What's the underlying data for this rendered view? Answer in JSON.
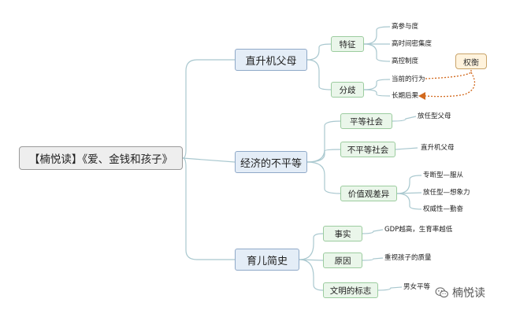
{
  "root": {
    "label": "【楠悦读】《爱、金钱和孩子》"
  },
  "branches": [
    {
      "label": "直升机父母",
      "children": [
        {
          "label": "特征",
          "leaves": [
            "高参与度",
            "高时间密集度",
            "高控制度"
          ]
        },
        {
          "label": "分歧",
          "leaves": [
            "当前的行为",
            "长期后果"
          ]
        }
      ]
    },
    {
      "label": "经济的不平等",
      "children": [
        {
          "label": "平等社会",
          "leaves": [
            "放任型父母"
          ]
        },
        {
          "label": "不平等社会",
          "leaves": [
            "直升机父母"
          ]
        },
        {
          "label": "价值观差异",
          "leaves": [
            "专断型—服从",
            "放任型—想象力",
            "权威性—勤奋"
          ]
        }
      ]
    },
    {
      "label": "育儿简史",
      "children": [
        {
          "label": "事实",
          "leaves": [
            "GDP越高，生育率越低"
          ]
        },
        {
          "label": "原因",
          "leaves": [
            "重视孩子的质量"
          ]
        },
        {
          "label": "文明的标志",
          "leaves": [
            "男女平等"
          ]
        }
      ]
    }
  ],
  "callout": {
    "label": "权衡"
  },
  "watermark": {
    "text": "楠悦读",
    "icon": "wechat-icon"
  },
  "colors": {
    "main_border": "#8fa9c8",
    "sub_border": "#9ccc9f",
    "link": "#a9c8cf",
    "callout_arrow": "#d2691e"
  }
}
